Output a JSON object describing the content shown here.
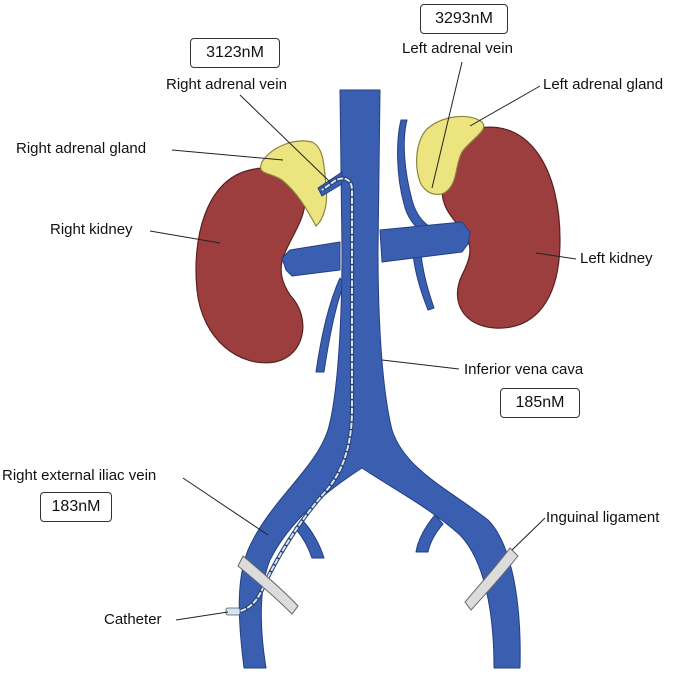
{
  "colors": {
    "vein": "#3a5fb0",
    "vein_stroke": "#253f85",
    "kidney": "#9c3e3e",
    "kidney_stroke": "#5a2020",
    "adrenal": "#ece47e",
    "adrenal_stroke": "#8a8440",
    "ligament": "#dcdcdc",
    "catheter": "#d4e6f5"
  },
  "labels": {
    "right_adrenal_vein": "Right adrenal vein",
    "left_adrenal_vein": "Left adrenal vein",
    "left_adrenal_gland": "Left adrenal gland",
    "right_adrenal_gland": "Right adrenal gland",
    "right_kidney": "Right kidney",
    "left_kidney": "Left kidney",
    "inferior_vena_cava": "Inferior vena cava",
    "right_external_iliac_vein": "Right external iliac vein",
    "inguinal_ligament": "Inguinal ligament",
    "catheter": "Catheter"
  },
  "concentrations": {
    "right_adrenal_vein": "3123nM",
    "left_adrenal_vein": "3293nM",
    "inferior_vena_cava": "185nM",
    "right_external_iliac_vein": "183nM"
  }
}
